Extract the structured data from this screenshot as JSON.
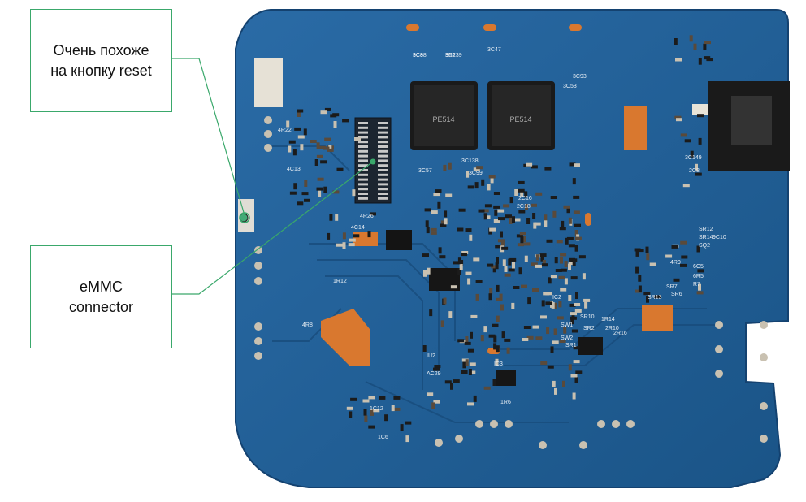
{
  "annotations": {
    "reset": {
      "text": "Очень похоже\nна кнопку reset"
    },
    "emmc": {
      "text": "eMMC\nconnector"
    }
  },
  "board": {
    "chip_markings": [
      "PE514",
      "PE514"
    ],
    "silkscreen": [
      "3C98",
      "3C139",
      "3C47",
      "3C53",
      "3C57",
      "3C138",
      "3C99",
      "3C93",
      "4R22",
      "4C13",
      "4C14",
      "4R26",
      "2C16",
      "2C18",
      "3C149",
      "2C8",
      "SW1",
      "SW2",
      "SR1",
      "SR2",
      "SR10",
      "IC3",
      "IC2",
      "IU2",
      "AC29",
      "2R10",
      "2R16",
      "1R14",
      "1R12",
      "1R6",
      "1C12",
      "1C6",
      "4R8",
      "4R9",
      "6C5",
      "6R5",
      "R7",
      "SR7",
      "SR6",
      "SR13",
      "SR12",
      "SR14",
      "SQ2",
      "9C10",
      "9C8",
      "9R2"
    ]
  },
  "colors": {
    "callout_border": "#3aa86b",
    "board": "#1f5f9a",
    "pad": "#d9782f"
  }
}
